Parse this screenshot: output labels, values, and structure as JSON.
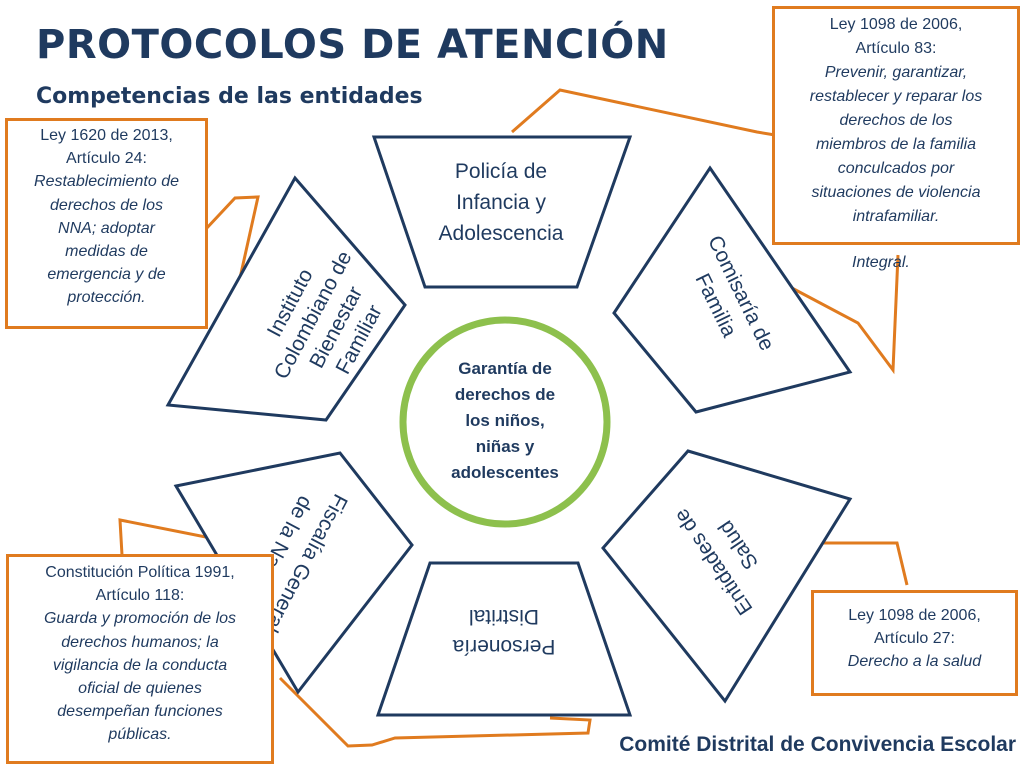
{
  "header": {
    "title": "PROTOCOLOS DE ATENCIÓN",
    "subtitle": "Competencias de las entidades"
  },
  "diagram": {
    "center": {
      "lines": [
        "Garantía de",
        "derechos de",
        "los niños,",
        "niñas y",
        "adolescentes"
      ]
    },
    "segments": [
      {
        "id": "policia",
        "lines": [
          "Policía de",
          "Infancia y",
          "Adolescencia"
        ]
      },
      {
        "id": "comisaria",
        "lines": [
          "Comisaría de",
          "Familia"
        ]
      },
      {
        "id": "salud",
        "lines": [
          "Entidades de",
          "Salud"
        ]
      },
      {
        "id": "personeria",
        "lines": [
          "Personería",
          "Distrital"
        ]
      },
      {
        "id": "fiscalia",
        "lines": [
          "Fiscalía General",
          "de la Nación"
        ]
      },
      {
        "id": "icbf",
        "lines": [
          "Instituto",
          "Colombiano de",
          "Bienestar",
          "Familiar"
        ]
      }
    ]
  },
  "callouts": {
    "icbf": {
      "ref_lines": [
        "Ley 1620 de 2013,",
        "Artículo 24:"
      ],
      "desc_lines": [
        "Restablecimiento de",
        "derechos de los",
        "NNA; adoptar",
        "medidas de",
        "emergencia y de",
        "protección."
      ]
    },
    "comisaria": {
      "ref_lines": [
        "Ley 1098 de 2006,",
        "Artículo 83:"
      ],
      "desc_lines": [
        "Prevenir, garantizar,",
        "restablecer y reparar los",
        "derechos de los",
        "miembros de la familia",
        "conculcados por",
        "situaciones de violencia",
        "intrafamiliar."
      ],
      "overflow": "Integral."
    },
    "salud": {
      "ref_lines": [
        "Ley 1098 de 2006,",
        "Artículo 27:"
      ],
      "desc_lines": [
        "Derecho a la salud"
      ]
    },
    "fiscalia": {
      "ref_lines": [
        "Constitución Política 1991,",
        "Artículo 118:"
      ],
      "desc_lines": [
        "Guarda y promoción de los",
        "derechos humanos; la",
        "vigilancia de la conducta",
        "oficial de quienes",
        "desempeñan funciones",
        "públicas."
      ]
    }
  },
  "footer": {
    "text": "Comité Distrital de Convivencia Escolar"
  },
  "colors": {
    "navy": "#1f3a5f",
    "orange": "#e07b1f",
    "green": "#8dc04d"
  }
}
